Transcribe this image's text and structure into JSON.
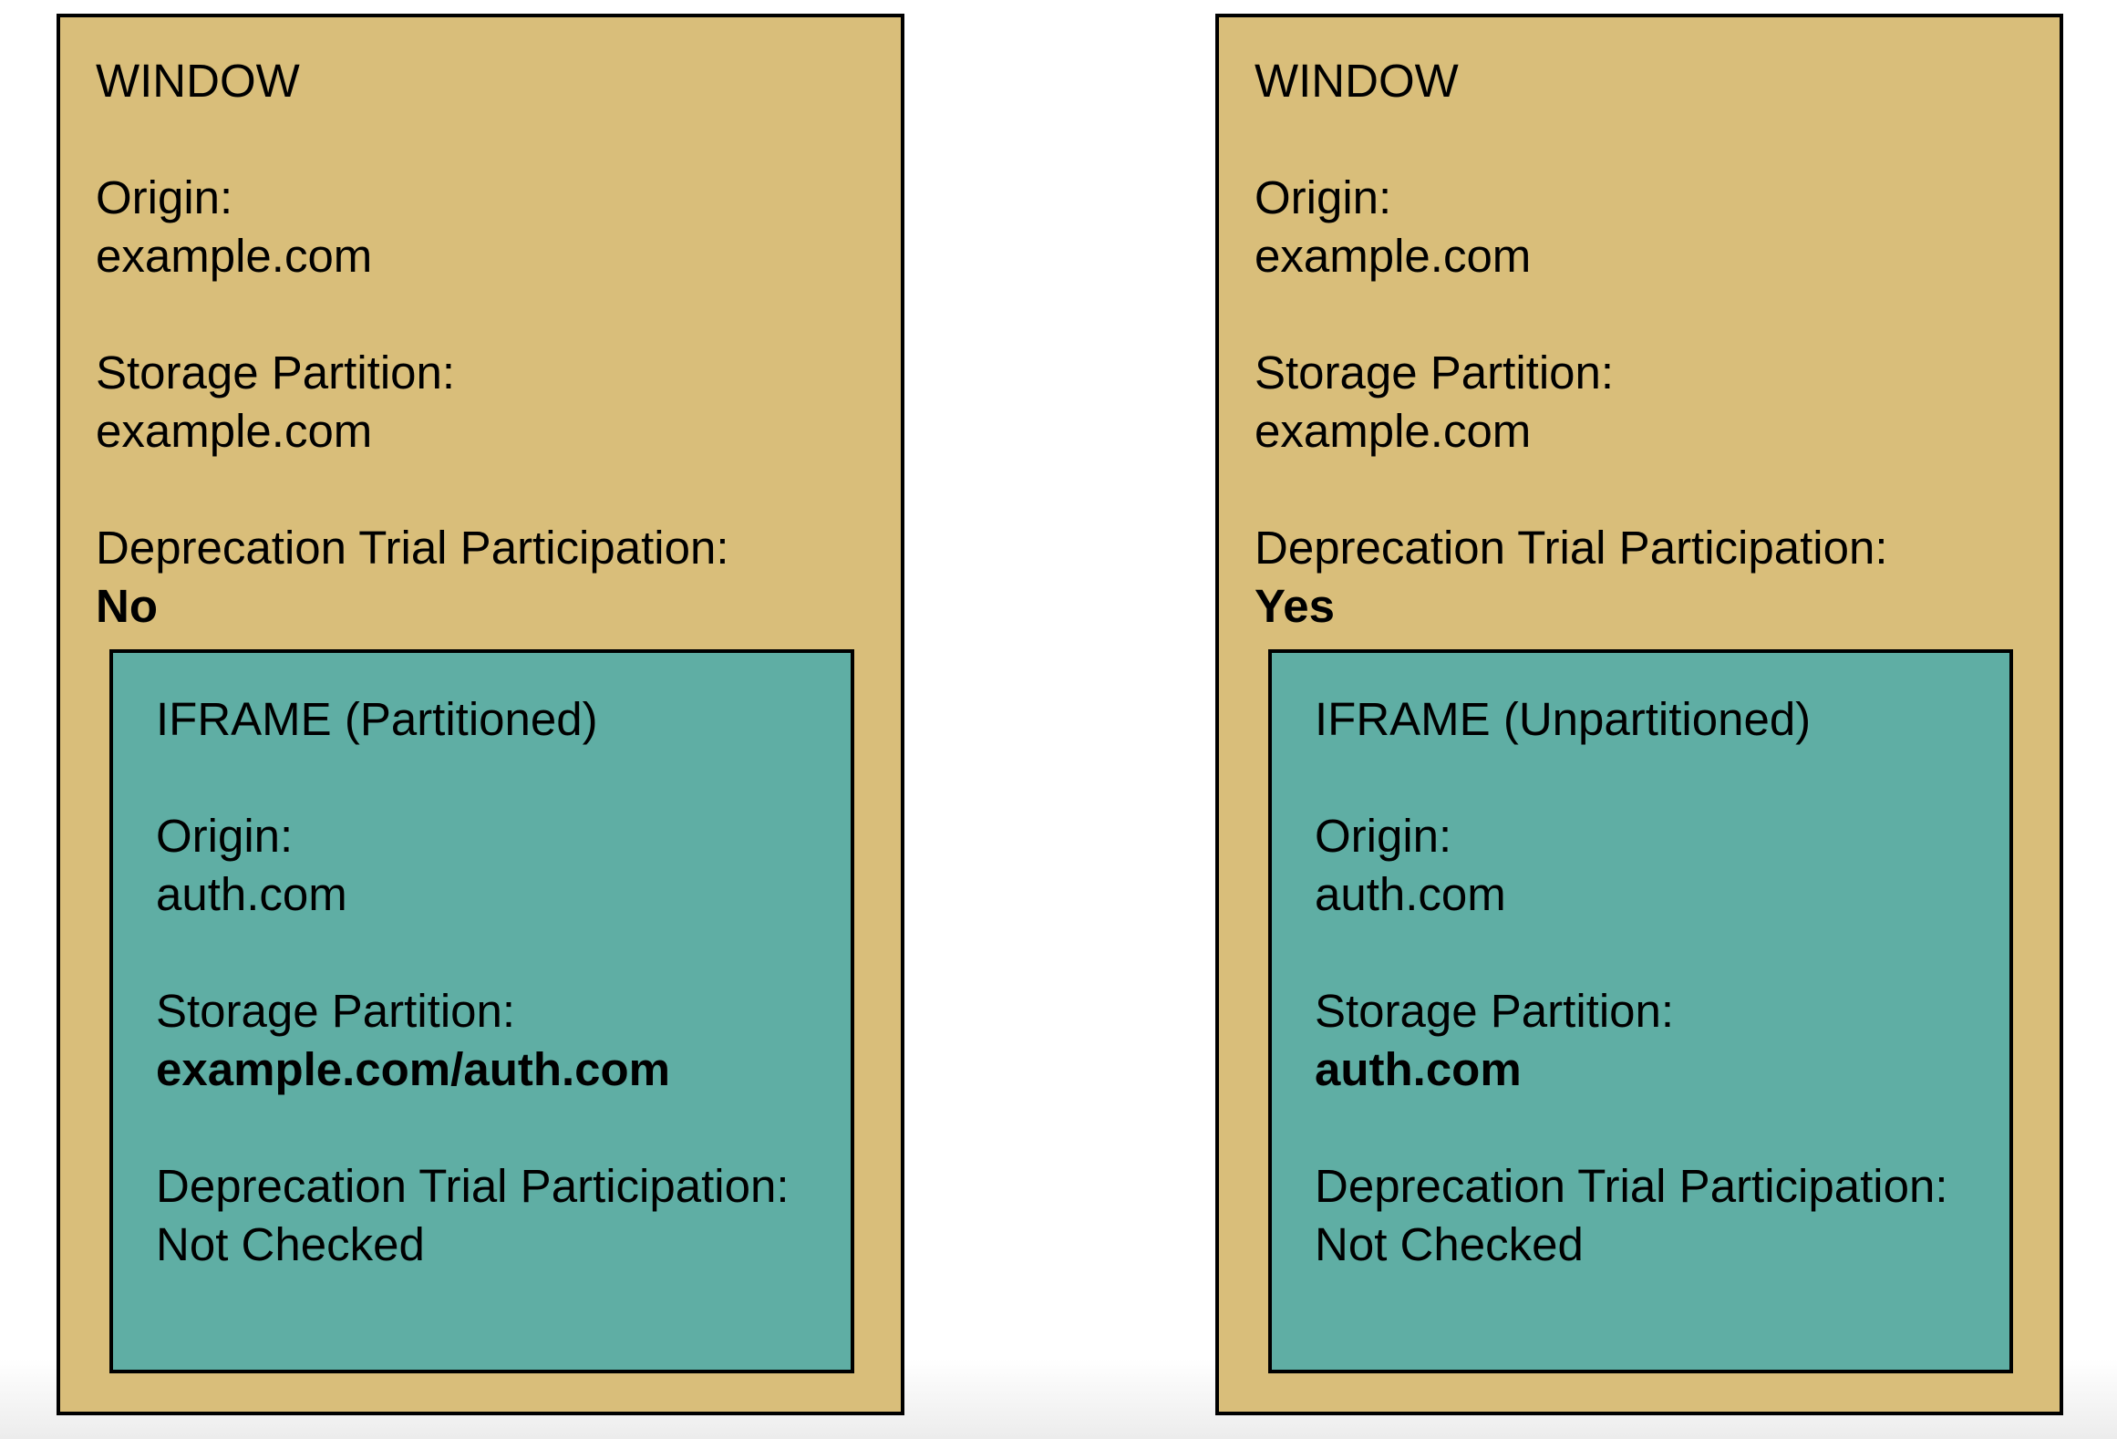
{
  "colors": {
    "window_bg": "#D9BE7A",
    "iframe_bg": "#5FAEA4",
    "border": "#000000",
    "text": "#000000",
    "page_bg": "#FFFFFF",
    "bottom_fade": "#ECECEC"
  },
  "panels": [
    {
      "window_title": "WINDOW",
      "origin_label": "Origin:",
      "origin_value": "example.com",
      "storage_label": "Storage Partition:",
      "storage_value": "example.com",
      "trial_label": "Deprecation Trial Participation:",
      "trial_value": "No",
      "iframe": {
        "title": "IFRAME (Partitioned)",
        "origin_label": "Origin:",
        "origin_value": "auth.com",
        "storage_label": "Storage Partition:",
        "storage_value": "example.com/auth.com",
        "trial_label": "Deprecation Trial Participation:",
        "trial_value": "Not Checked"
      }
    },
    {
      "window_title": "WINDOW",
      "origin_label": "Origin:",
      "origin_value": "example.com",
      "storage_label": "Storage Partition:",
      "storage_value": "example.com",
      "trial_label": "Deprecation Trial Participation:",
      "trial_value": "Yes",
      "iframe": {
        "title": "IFRAME (Unpartitioned)",
        "origin_label": "Origin:",
        "origin_value": "auth.com",
        "storage_label": "Storage Partition:",
        "storage_value": "auth.com",
        "trial_label": "Deprecation Trial Participation:",
        "trial_value": "Not Checked"
      }
    }
  ]
}
